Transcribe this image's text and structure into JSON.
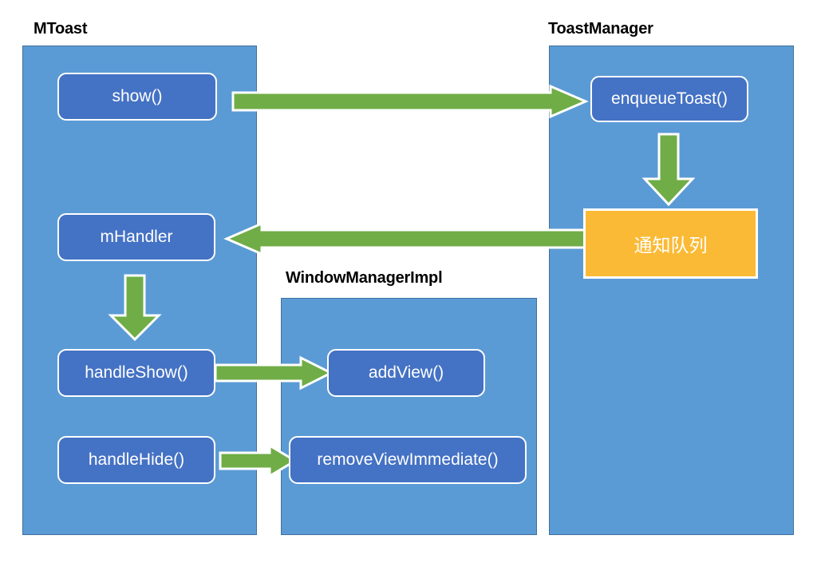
{
  "diagram": {
    "title_color": "#000000",
    "panel_color": "#5B9BD5",
    "node_color": "#4472C4",
    "queue_color": "#FBBA35",
    "arrow_color": "#70AD47",
    "groups": [
      {
        "id": "mtoast",
        "label": "MToast"
      },
      {
        "id": "windowmanagerimpl",
        "label": "WindowManagerImpl"
      },
      {
        "id": "toastmanager",
        "label": "ToastManager"
      }
    ],
    "nodes": {
      "show": "show()",
      "mhandler": "mHandler",
      "handle_show": "handleShow()",
      "handle_hide": "handleHide()",
      "add_view": "addView()",
      "remove_view_immediate": "removeViewImmediate()",
      "enqueue_toast": "enqueueToast()",
      "notification_queue": "通知队列"
    },
    "arrows": [
      {
        "id": "show-to-enqueuetoast",
        "direction": "right"
      },
      {
        "id": "enqueuetoast-to-queue",
        "direction": "down"
      },
      {
        "id": "queue-to-mhandler",
        "direction": "left"
      },
      {
        "id": "mhandler-to-handleshow",
        "direction": "down"
      },
      {
        "id": "handleshow-to-addview",
        "direction": "right"
      },
      {
        "id": "handlehide-to-removeviewimmediate",
        "direction": "right"
      }
    ]
  }
}
